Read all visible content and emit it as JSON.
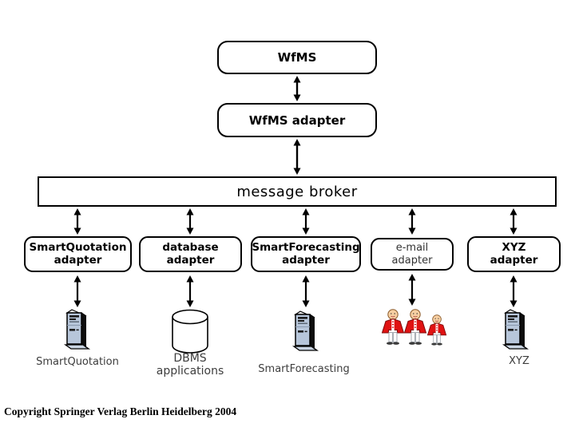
{
  "boxes": {
    "wfms": "WfMS",
    "wfms_adapter": "WfMS adapter",
    "broker": "message broker"
  },
  "adapters": [
    {
      "line1": "SmartQuotation",
      "line2": "adapter"
    },
    {
      "line1": "database",
      "line2": "adapter"
    },
    {
      "line1": "SmartForecasting",
      "line2": "adapter"
    },
    {
      "line1": "e-mail",
      "line2": "adapter"
    },
    {
      "line1": "XYZ",
      "line2": "adapter"
    }
  ],
  "endpoints": [
    {
      "icon": "server-icon",
      "label": "SmartQuotation"
    },
    {
      "icon": "database-cylinder-icon",
      "label_line1": "DBMS",
      "label_line2": "applications"
    },
    {
      "icon": "server-icon",
      "label": "SmartForecasting"
    },
    {
      "icon": "users-icon",
      "label": ""
    },
    {
      "icon": "server-icon",
      "label": "XYZ"
    }
  ],
  "footer": {
    "copyright": "Copyright Springer Verlag Berlin Heidelberg 2004"
  },
  "colors": {
    "background": "#ffffff",
    "box_border": "#000000",
    "server_panel": "#b7c6da",
    "jacket_red": "#e01212",
    "skin": "#f7cfa2"
  }
}
